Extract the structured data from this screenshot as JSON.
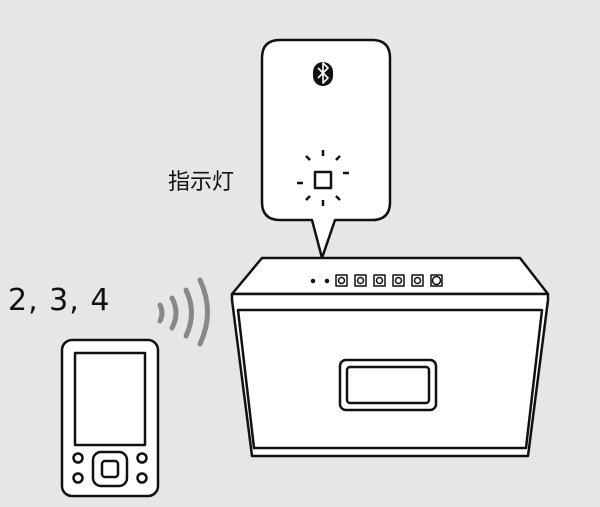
{
  "labels": {
    "indicator": "指示灯",
    "steps": "2, 3, 4"
  },
  "icons": [
    "bluetooth-icon",
    "blinking-indicator-icon",
    "wireless-signal-icon",
    "speaker",
    "smartphone"
  ]
}
